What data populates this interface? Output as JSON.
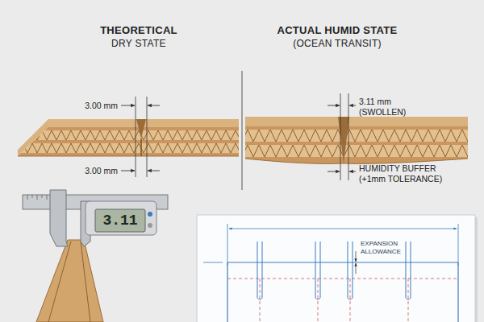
{
  "diagram": {
    "labels": [
      "THEORETICAL",
      "DRY STATE",
      "ACTUAL HUMID STATE",
      "(OCEAN TRANSIT)",
      "3.00 mm",
      "3.00 mm",
      "3.11 mm",
      "(SWOLLEN)",
      "HUMIDITY BUFFER",
      "(+1mm TOLERANCE)",
      "3.11",
      "EXPANSION",
      "ALLOWANCE"
    ]
  }
}
